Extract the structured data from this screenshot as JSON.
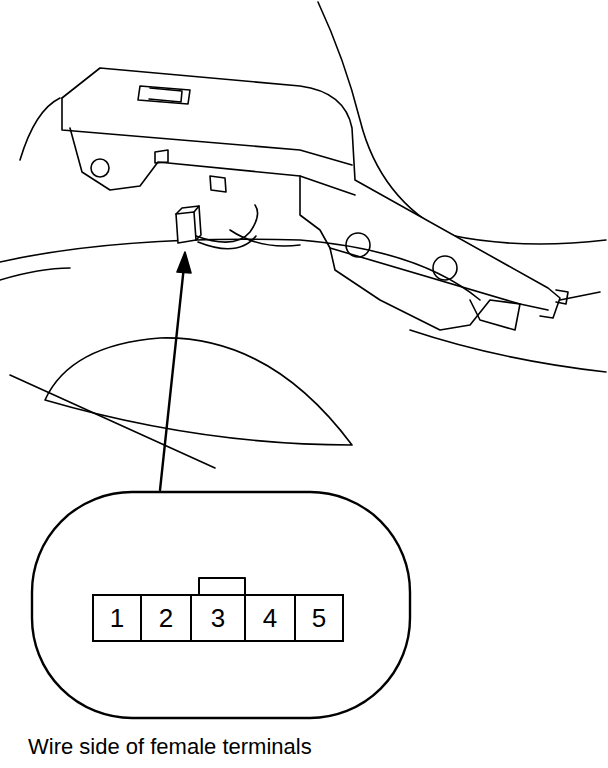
{
  "diagram": {
    "caption": "Wire side of female terminals",
    "nodes": [
      {
        "text": [
          "1"
        ]
      },
      {
        "text": [
          "2"
        ]
      },
      {
        "text": [
          "3"
        ]
      },
      {
        "text": [
          "4"
        ]
      },
      {
        "text": [
          "5"
        ]
      }
    ]
  }
}
